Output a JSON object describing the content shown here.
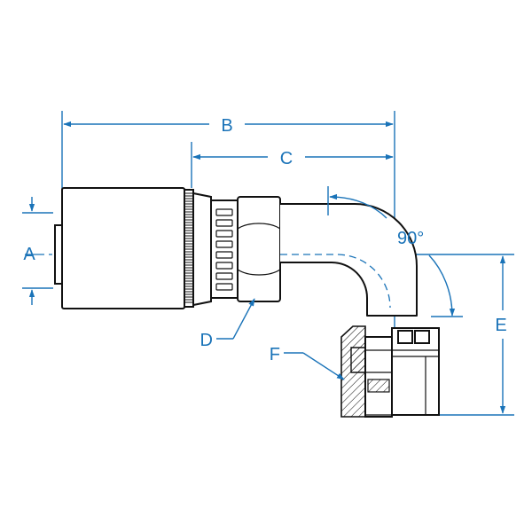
{
  "labels": {
    "a": "A",
    "b": "B",
    "c": "C",
    "d": "D",
    "e": "E",
    "f": "F",
    "angle": "90°"
  },
  "colors": {
    "dimension": "#1a73b8",
    "outline": "#111111",
    "background": "#ffffff"
  }
}
